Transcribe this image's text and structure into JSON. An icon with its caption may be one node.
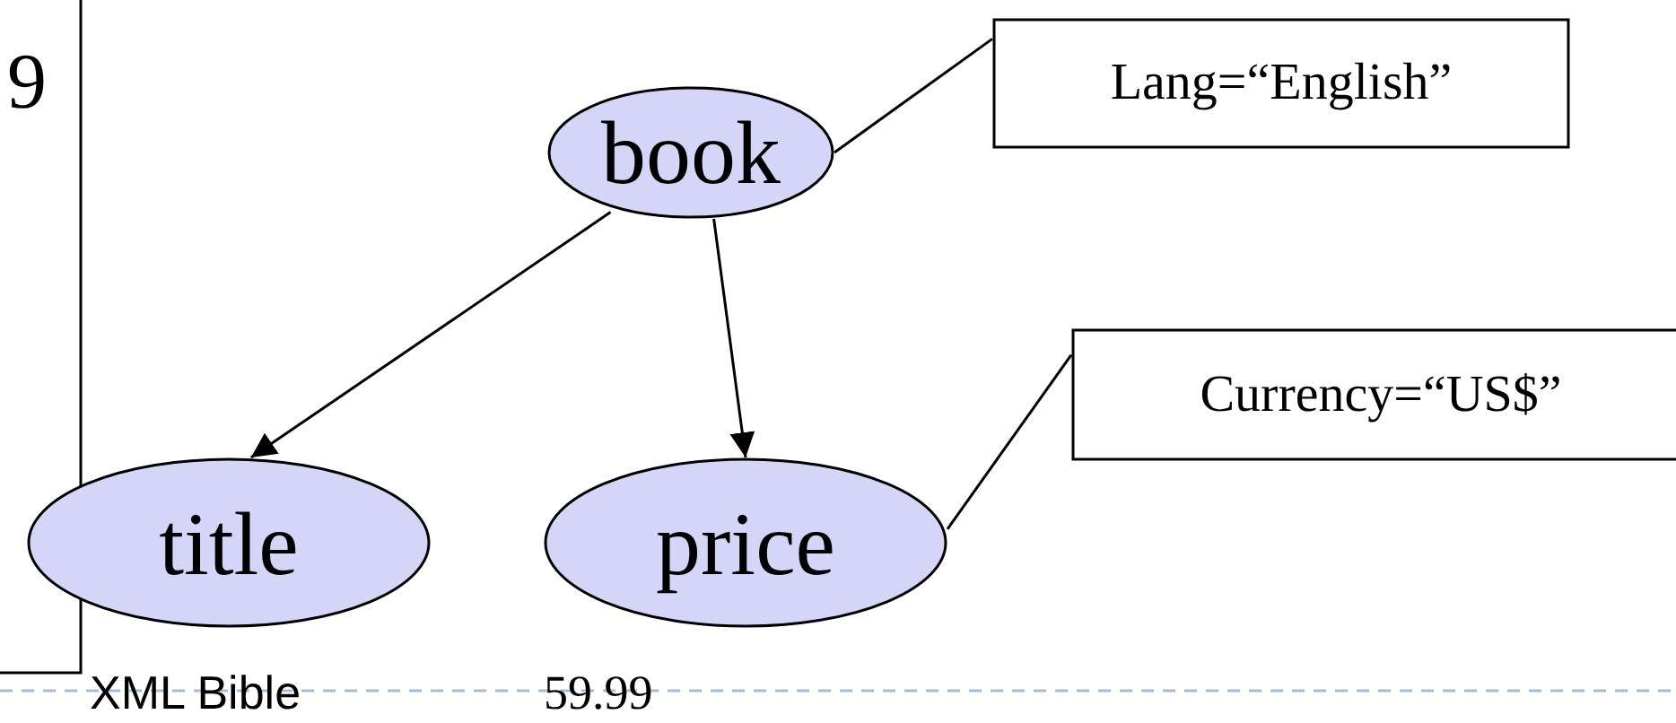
{
  "diagram": {
    "nodes": [
      {
        "text": [
          "9"
        ]
      },
      {
        "text": [
          "book"
        ]
      },
      {
        "text": [
          "Lang=“English”"
        ]
      },
      {
        "text": [
          "Currency=“US$”"
        ]
      },
      {
        "text": [
          "title"
        ]
      },
      {
        "text": [
          "price"
        ]
      }
    ],
    "labels": [
      "XML Bible",
      "59.99"
    ],
    "edges": [
      {
        "from": 1,
        "to": 4,
        "arrow": "to"
      },
      {
        "from": 1,
        "to": 5,
        "arrow": "to"
      },
      {
        "from": 2,
        "to": 1,
        "arrow": "none"
      },
      {
        "from": 3,
        "to": 5,
        "arrow": "none"
      }
    ]
  }
}
